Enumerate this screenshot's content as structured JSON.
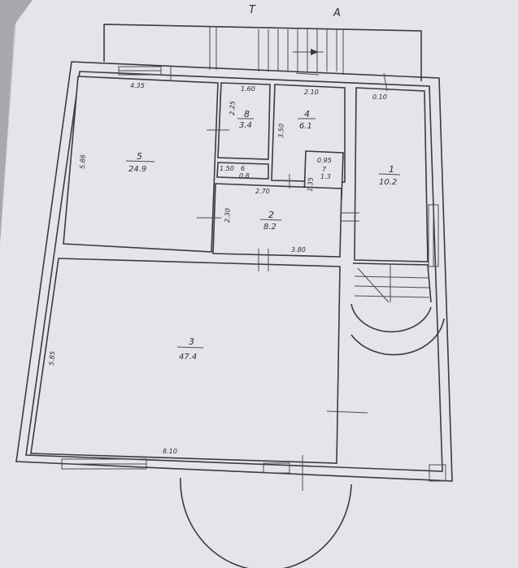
{
  "header": {
    "left_mark": "Т",
    "right_mark": "А"
  },
  "rooms": [
    {
      "id": "r1",
      "number": "1",
      "area": "10.2"
    },
    {
      "id": "r2",
      "number": "2",
      "area": "8.2"
    },
    {
      "id": "r3",
      "number": "3",
      "area": "47.4"
    },
    {
      "id": "r4",
      "number": "4",
      "area": "6.1"
    },
    {
      "id": "r5",
      "number": "5",
      "area": "24.9"
    },
    {
      "id": "r6",
      "number": "6",
      "area": "0.8"
    },
    {
      "id": "r7",
      "number": "7",
      "area": "1.3"
    },
    {
      "id": "r8",
      "number": "8",
      "area": "3.4"
    }
  ],
  "dimensions": {
    "d435": "4.35",
    "d586": "5.86",
    "d150a": "1.60",
    "d225": "2.25",
    "d210": "2.10",
    "d350": "3.50",
    "d150b": "1.50",
    "d095": "0.95",
    "d135": "1.35",
    "d270": "2.70",
    "d230": "2.30",
    "d380": "3.80",
    "d585": "5.85",
    "d810": "8.10",
    "d010": "0.10"
  },
  "colors": {
    "paper": "#e4e5e8",
    "ink": "#3a3b40",
    "backdrop": "#cfd0d3"
  }
}
